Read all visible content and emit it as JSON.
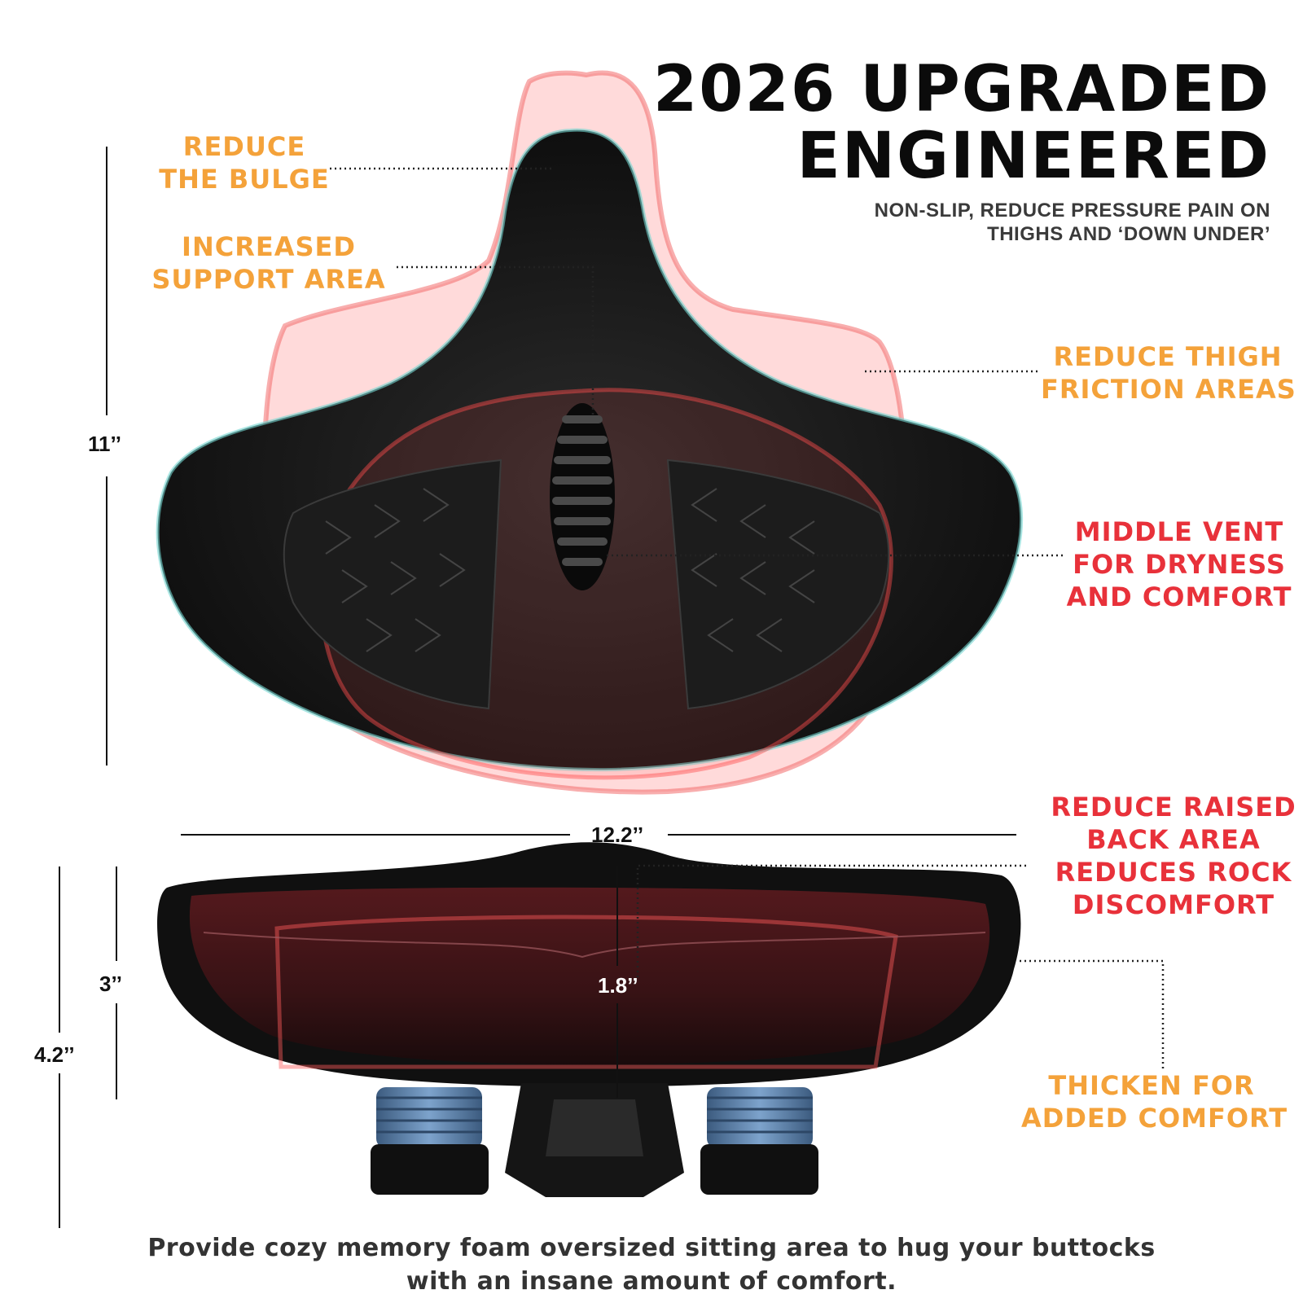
{
  "headline": {
    "line1": "2026 UPGRADED",
    "line2": "ENGINEERED",
    "sub_line1": "NON-SLIP, REDUCE PRESSURE PAIN ON",
    "sub_line2": "THIGHS AND ‘DOWN UNDER’"
  },
  "callouts": {
    "bulge": {
      "line1": "REDUCE",
      "line2": "THE BULGE"
    },
    "support": {
      "line1": "INCREASED",
      "line2": "SUPPORT AREA"
    },
    "thigh": {
      "line1": "REDUCE THIGH",
      "line2": "FRICTION AREAS"
    },
    "vent": {
      "line1": "MIDDLE VENT",
      "line2": "FOR DRYNESS",
      "line3": "AND COMFORT"
    },
    "back": {
      "line1": "REDUCE RAISED",
      "line2": "BACK AREA",
      "line3": "REDUCES ROCK",
      "line4": "DISCOMFORT"
    },
    "thicken": {
      "line1": "THICKEN FOR",
      "line2": "ADDED COMFORT"
    }
  },
  "dimensions": {
    "length": "11’’",
    "width": "12.2’’",
    "cushion_height": "3’’",
    "total_height": "4.2’’",
    "center_depth": "1.8’’"
  },
  "footer": {
    "line1": "Provide cozy memory foam oversized sitting area to hug your buttocks",
    "line2": "with an insane amount of comfort."
  },
  "colors": {
    "accent_orange": "#f4a23a",
    "accent_red": "#e8313a",
    "saddle_black": "#161616",
    "spring_blue": "#5a7ea6"
  },
  "icons": [
    "saddle-top-view",
    "saddle-side-view",
    "spring-icon"
  ]
}
